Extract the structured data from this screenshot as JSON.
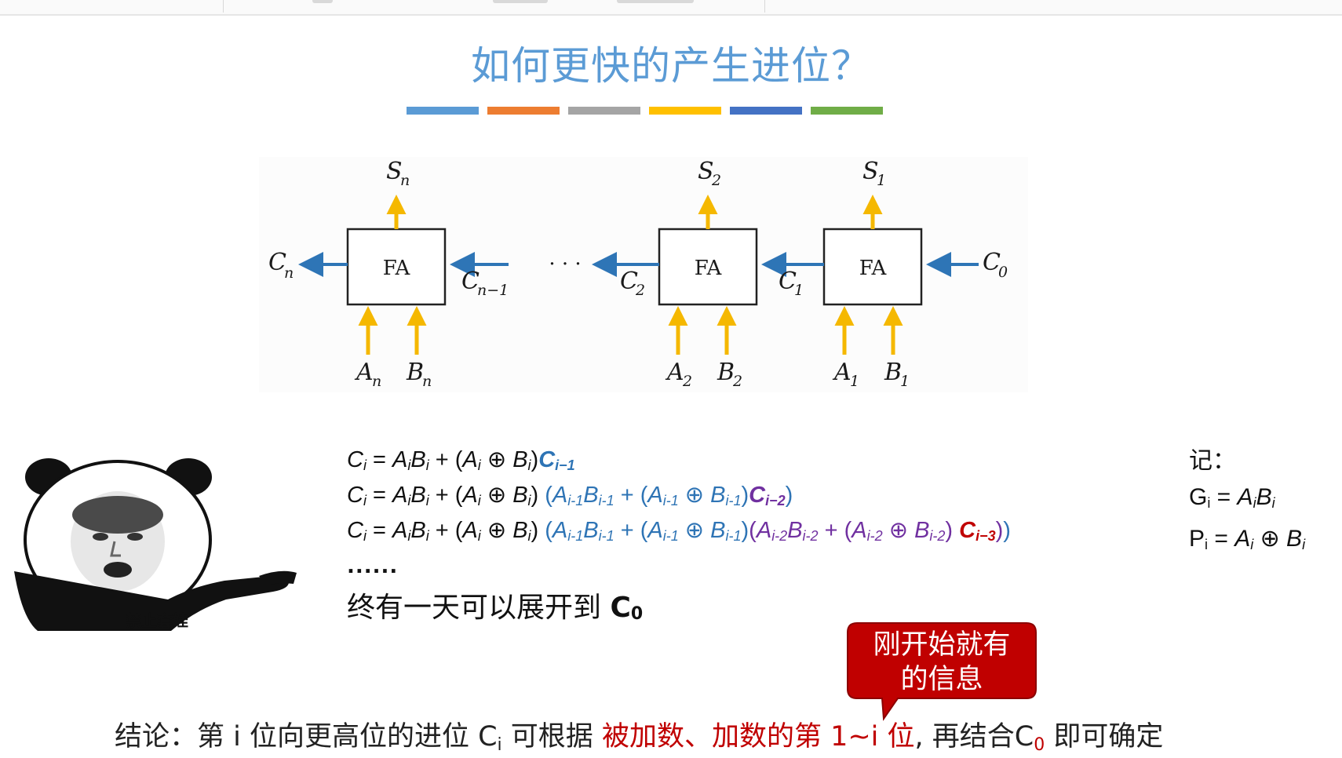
{
  "slide": {
    "title": "如何更快的产生进位？",
    "stripe_colors": [
      "#5b9bd5",
      "#ed7d31",
      "#a5a5a5",
      "#ffc000",
      "#4472c4",
      "#70ad47"
    ]
  },
  "diagram": {
    "block_label": "FA",
    "ellipsis": "· · ·",
    "arrow_color_carry": "#2e75b6",
    "arrow_color_io": "#f5b800",
    "labels": {
      "Sn": "S",
      "Sn_sub": "n",
      "S2": "S",
      "S2_sub": "2",
      "S1": "S",
      "S1_sub": "1",
      "Cn": "C",
      "Cn_sub": "n",
      "Cn1": "C",
      "Cn1_sub": "n−1",
      "C2": "C",
      "C2_sub": "2",
      "C1": "C",
      "C1_sub": "1",
      "C0": "C",
      "C0_sub": "0",
      "An": "A",
      "An_sub": "n",
      "Bn": "B",
      "Bn_sub": "n",
      "A2": "A",
      "A2_sub": "2",
      "B2": "B",
      "B2_sub": "2",
      "A1": "A",
      "A1_sub": "1",
      "B1": "B",
      "B1_sub": "1"
    }
  },
  "meme": {
    "caption": "禁止套娃"
  },
  "formulas": {
    "line1": "Ci = AiBi + (Ai ⊕ Bi)Ci−1",
    "line2": "Ci = AiBi + (Ai ⊕ Bi) (Ai-1Bi-1 + (Ai-1 ⊕ Bi-1)Ci−2)",
    "line3": "Ci = AiBi + (Ai ⊕ Bi) (Ai-1Bi-1 + (Ai-1 ⊕ Bi-1)(Ai-2Bi-2 + (Ai-2 ⊕ Bi-2) Ci−3))",
    "ellipsis": "......",
    "eventually": "终有一天可以展开到",
    "eventually_target": "C",
    "eventually_target_sub": "0"
  },
  "note": {
    "heading": "记：",
    "g_def": "Gi = AiBi",
    "p_def": "Pi = Ai ⊕ Bi"
  },
  "callout": {
    "text": "刚开始就有\n的信息",
    "fill_color": "#c00000"
  },
  "conclusion": {
    "part1": "结论：第 i 位向更高位的进位 C",
    "part1_sub": "i",
    "part2": " 可根据 ",
    "highlight": "被加数、加数的第 1~i 位",
    "part3": ", 再结合C",
    "part3_sub": "0",
    "part4": " 即可确定"
  }
}
